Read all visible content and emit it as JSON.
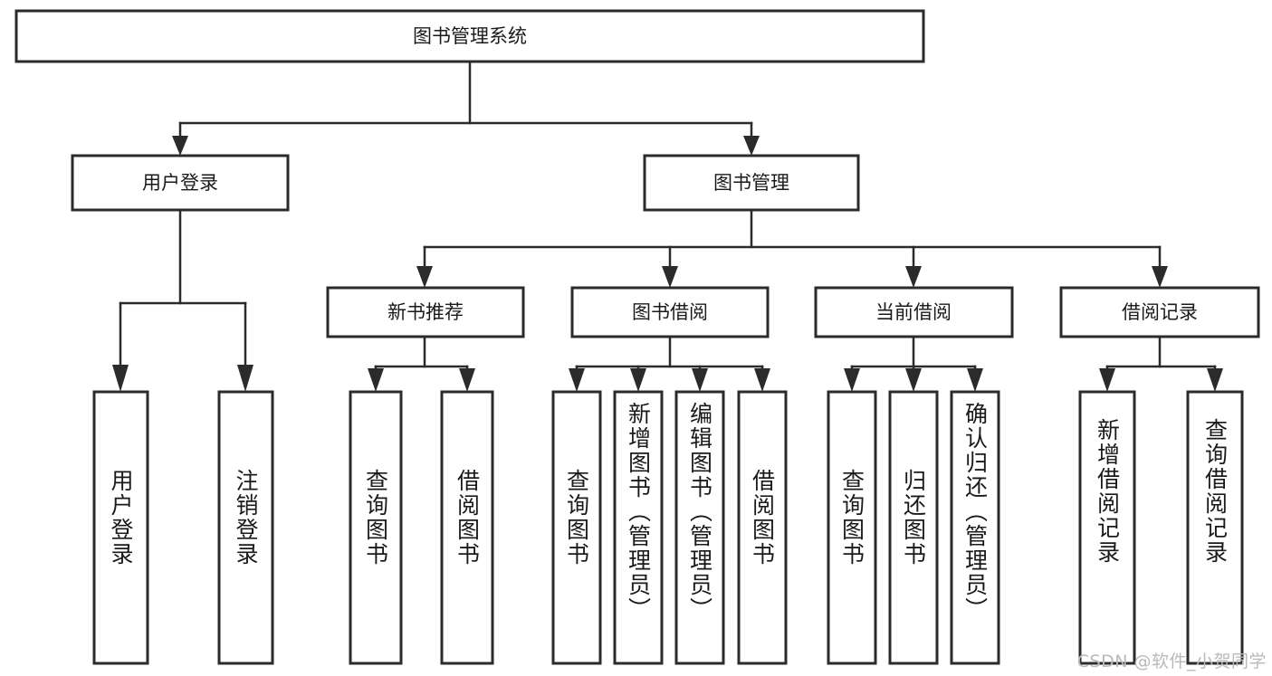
{
  "diagram": {
    "title": "图书管理系统",
    "type": "hierarchy-tree",
    "watermark": "CSDN @软件_小贺同学",
    "colors": {
      "background": "#ffffff",
      "border": "#2b2b2b",
      "text": "#1a1a1a",
      "watermark": "#b9b9b9"
    },
    "levels": {
      "root": [
        "图书管理系统"
      ],
      "level2": [
        "用户登录",
        "图书管理"
      ],
      "level3": [
        "新书推荐",
        "图书借阅",
        "当前借阅",
        "借阅记录"
      ],
      "leaves": [
        "用户登录",
        "注销登录",
        "查询图书",
        "借阅图书",
        "查询图书",
        "新增图书（管理员）",
        "编辑图书（管理员）",
        "借阅图书",
        "查询图书",
        "归还图书",
        "确认归还（管理员）",
        "新增借阅记录",
        "查询借阅记录"
      ]
    },
    "nodes": {
      "root": {
        "label": "图书管理系统"
      },
      "user_login": {
        "label": "用户登录"
      },
      "book_manage": {
        "label": "图书管理"
      },
      "new_book_rec": {
        "label": "新书推荐"
      },
      "book_borrow": {
        "label": "图书借阅"
      },
      "current_borrow": {
        "label": "当前借阅"
      },
      "borrow_record": {
        "label": "借阅记录"
      },
      "leaf_user_login": {
        "label": "用户登录"
      },
      "leaf_logout": {
        "label": "注销登录"
      },
      "leaf_query_book_a": {
        "label": "查询图书"
      },
      "leaf_borrow_book_a": {
        "label": "借阅图书"
      },
      "leaf_query_book_b": {
        "label": "查询图书"
      },
      "leaf_add_book": {
        "label": "新增图书（管理员）"
      },
      "leaf_edit_book": {
        "label": "编辑图书（管理员）"
      },
      "leaf_borrow_book_b": {
        "label": "借阅图书"
      },
      "leaf_query_book_c": {
        "label": "查询图书"
      },
      "leaf_return_book": {
        "label": "归还图书"
      },
      "leaf_confirm_return": {
        "label": "确认归还（管理员）"
      },
      "leaf_add_record": {
        "label": "新增借阅记录"
      },
      "leaf_query_record": {
        "label": "查询借阅记录"
      }
    }
  }
}
